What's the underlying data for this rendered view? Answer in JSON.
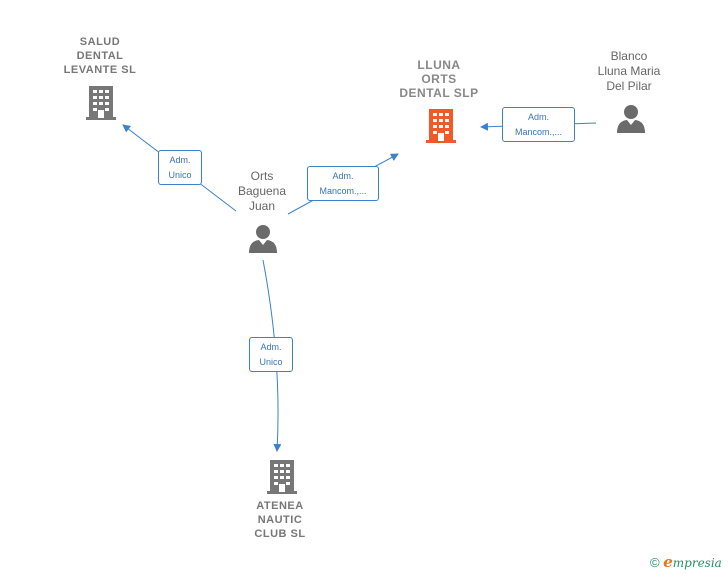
{
  "nodes": {
    "salud": {
      "lines": [
        "SALUD",
        "DENTAL",
        "LEVANTE  SL"
      ]
    },
    "lluna": {
      "lines": [
        "LLUNA",
        "ORTS",
        "DENTAL  SLP"
      ]
    },
    "atenea": {
      "lines": [
        "ATENEA",
        "NAUTIC",
        "CLUB  SL"
      ]
    },
    "orts": {
      "lines": [
        "Orts",
        "Baguena",
        "Juan"
      ]
    },
    "blanco": {
      "lines": [
        "Blanco",
        "Lluna Maria",
        "Del Pilar"
      ]
    }
  },
  "edges": {
    "orts_salud": {
      "lines": [
        "Adm.",
        "Unico"
      ]
    },
    "orts_lluna": {
      "lines": [
        "Adm.",
        "Mancom.,..."
      ]
    },
    "blanco_lluna": {
      "lines": [
        "Adm.",
        "Mancom.,..."
      ]
    },
    "orts_atenea": {
      "lines": [
        "Adm.",
        "Unico"
      ]
    }
  },
  "colors": {
    "edge": "#3b82c8",
    "company_icon": "#777777",
    "main_company_icon": "#f05a28",
    "person_icon": "#6b6b6b"
  },
  "footer": {
    "copyright": "©",
    "brand_initial": "e",
    "brand_rest": "mpresia"
  }
}
